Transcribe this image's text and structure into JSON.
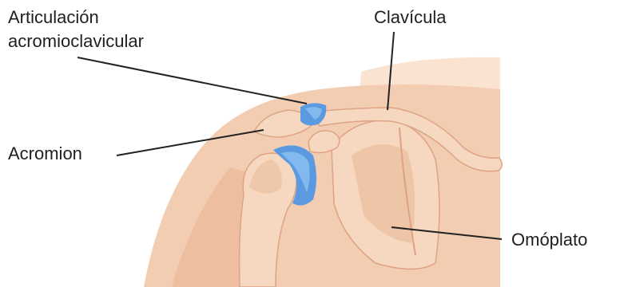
{
  "labels": {
    "acromioclavicular_line1": "Articulación",
    "acromioclavicular_line2": "acromioclavicular",
    "clavicle": "Clavícula",
    "acromion": "Acromion",
    "scapula": "Omóplato"
  },
  "colors": {
    "skin_light": "#fae3d0",
    "skin_mid": "#f3cdb2",
    "skin_dark": "#e9b394",
    "bone": "#f6d7bf",
    "bone_shade": "#ecc0a0",
    "bone_outline": "#dea384",
    "cartilage": "#5b9ae0",
    "cartilage_light": "#8cc0f2",
    "leader_line": "#222222",
    "label_text": "#1f1f1f"
  }
}
